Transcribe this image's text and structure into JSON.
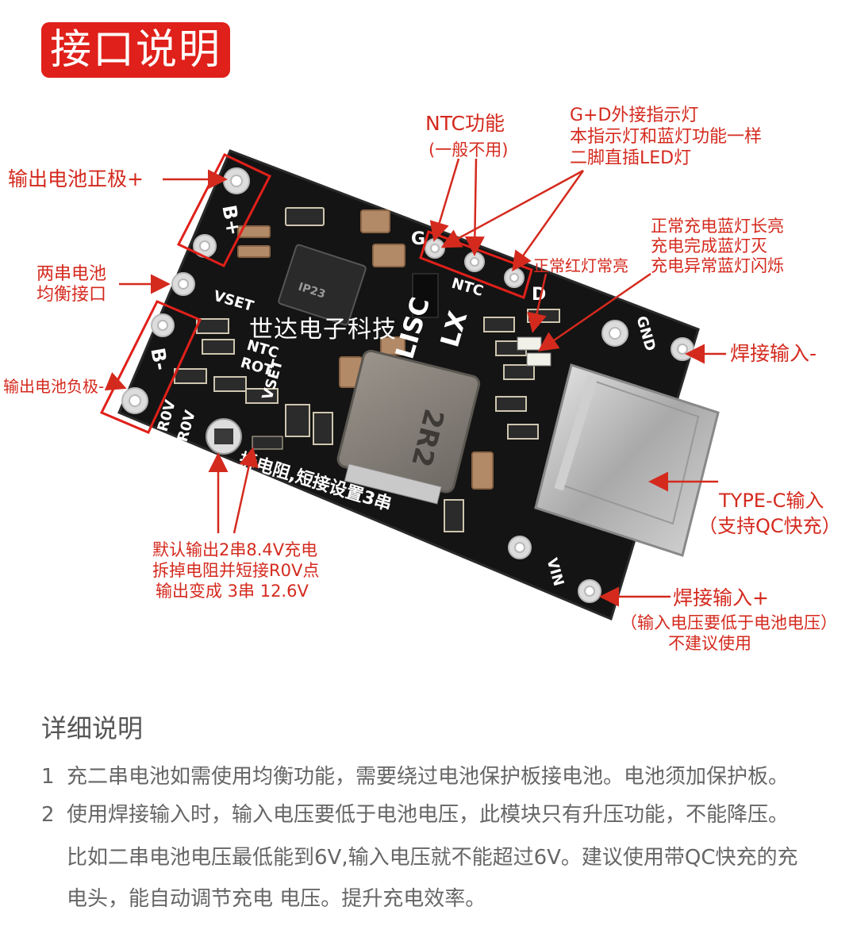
{
  "header": {
    "title": "接口说明"
  },
  "labels": {
    "ntc_func": "NTC功能",
    "ntc_note": "(一般不用)",
    "gd_line1": "G+D外接指示灯",
    "gd_line2": "本指示灯和蓝灯功能一样",
    "gd_line3": "二脚直插LED灯",
    "bat_pos": "输出电池正极+",
    "bal_line1": "两串电池",
    "bal_line2": "均衡接口",
    "bat_neg": "输出电池负极-",
    "blue_line1": "正常充电蓝灯长亮",
    "blue_line2": "充电完成蓝灯灭",
    "blue_line3": "充电异常蓝灯闪烁",
    "red_led": "正常红灯常亮",
    "solder_neg": "焊接输入-",
    "typec_line1": "TYPE-C输入",
    "typec_line2": "（支持QC快充）",
    "solder_pos": "焊接输入+",
    "solder_pos_note1": "（输入电压要低于电池电压）",
    "solder_pos_note2": "不建议使用",
    "default_line1": "默认输出2串8.4V充电",
    "default_line2": "拆掉电阻并短接R0V点",
    "default_line3": "输出变成 3串 12.6V"
  },
  "board": {
    "watermark": "世达电子科技",
    "silk_bplus": "B+",
    "silk_bminus": "B-",
    "silk_vset": "VSET",
    "silk_ntc": "NTC",
    "silk_rot": "ROT",
    "silk_vset2": "VSET",
    "silk_r0v": "R0V",
    "silk_r0v2": "R0V",
    "silk_g": "G",
    "silk_d": "D",
    "silk_gnd": "GND",
    "silk_vin": "VIN",
    "silk_lisc": "LISC",
    "silk_lx": "LX",
    "silk_cut": "拆电阻,短接设置3串",
    "inductor": "2R2",
    "chip": "IP23"
  },
  "details": {
    "title": "详细说明",
    "item1_num": "1",
    "item1_text": "充二串电池如需使用均衡功能，需要绕过电池保护板接电池。电池须加保护板。",
    "item2_num": "2",
    "item2_text": "使用焊接输入时，输入电压要低于电池电压，此模块只有升压功能，不能降压。",
    "item2_cont1": "比如二串电池电压最低能到6V,输入电压就不能超过6V。建议使用带QC快充的充",
    "item2_cont2": "电头，能自动调节充电 电压。提升充电效率。"
  },
  "colors": {
    "accent": "#e0201a",
    "annotation": "#d42a1e",
    "board": "#141414"
  }
}
